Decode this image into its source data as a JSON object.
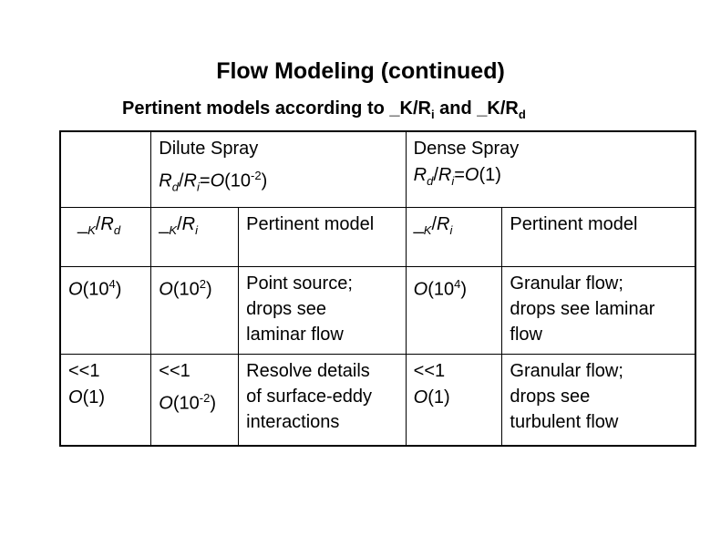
{
  "title": "Flow Modeling (continued)",
  "subtitle": {
    "prefix": "Pertinent models according to ",
    "ratio1": "_K/R",
    "ratio1_sub": "i",
    "joiner": " and ",
    "ratio2": "_K/R",
    "ratio2_sub": "d"
  },
  "table": {
    "dilute": {
      "label": "Dilute Spray",
      "cond_R": "R",
      "cond_d": "d",
      "cond_slash": "/",
      "cond_R2": "R",
      "cond_i": "i",
      "cond_eq": "=",
      "cond_O": "O",
      "cond_open": "(10",
      "cond_exp": "-2",
      "cond_close": ")"
    },
    "dense": {
      "label": "Dense Spray",
      "cond_R": "R",
      "cond_d": "d",
      "cond_slash": "/",
      "cond_R2": "R",
      "cond_i": "i",
      "cond_eq": "=",
      "cond_O": "O",
      "cond_rest": "(1)"
    },
    "headers": {
      "col1_pre": "_",
      "col1_k": "K",
      "col1_mid": "/",
      "col1_R": "R",
      "col1_sub": "d",
      "col2_pre": "_",
      "col2_k": "K",
      "col2_mid": "/",
      "col2_R": "R",
      "col2_sub": "i",
      "col3": "Pertinent model",
      "col4_pre": "_",
      "col4_k": "K",
      "col4_mid": "/",
      "col4_R": "R",
      "col4_sub": "i",
      "col5": "Pertinent model"
    },
    "row1": {
      "c1_O": "O",
      "c1_open": "(10",
      "c1_exp": "4",
      "c1_close": ")",
      "c2_O": "O",
      "c2_open": "(10",
      "c2_exp": "2",
      "c2_close": ")",
      "c3_l1": "Point source;",
      "c3_l2": "drops see",
      "c3_l3": "laminar flow",
      "c4_O": "O",
      "c4_open": "(10",
      "c4_exp": "4",
      "c4_close": ")",
      "c5_l1": "Granular flow;",
      "c5_l2": "drops see laminar",
      "c5_l3": "flow"
    },
    "row2": {
      "c1_l1": "<<1",
      "c1_O": "O",
      "c1_rest": "(1)",
      "c2_l1": "<<1",
      "c2_O": "O",
      "c2_open": "(10",
      "c2_exp": "-2",
      "c2_close": ")",
      "c3_l1": "Resolve details",
      "c3_l2": "of surface-eddy",
      "c3_l3": "interactions",
      "c4_l1": "<<1",
      "c4_O": "O",
      "c4_rest": "(1)",
      "c5_l1": "Granular flow;",
      "c5_l2": "drops see",
      "c5_l3": "turbulent flow"
    }
  }
}
